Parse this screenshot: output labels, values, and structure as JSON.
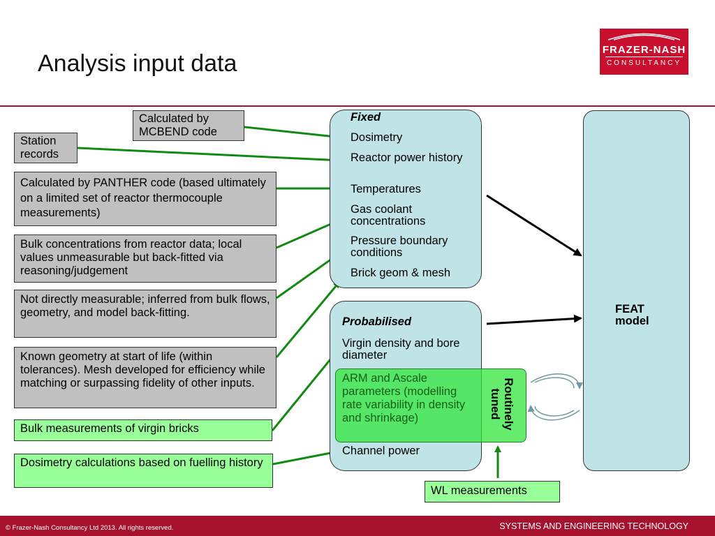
{
  "header": {
    "title": "Analysis input data"
  },
  "logo": {
    "line1": "FRAZER-NASH",
    "line2": "CONSULTANCY"
  },
  "sources": {
    "mcbend": "Calculated by MCBEND code",
    "station": "Station records",
    "panther": "Calculated by PANTHER code (based ultimately on a limited set of reactor thermocouple measurements)",
    "bulk_conc": "Bulk concentrations from reactor data; local values unmeasurable but back-fitted via reasoning/judgement",
    "not_measurable": "Not directly measurable; inferred from bulk flows, geometry, and model back-fitting.",
    "geometry": "Known geometry at start of life (within tolerances).  Mesh developed for efficiency while matching or surpassing fidelity of other inputs.",
    "virgin_bricks": "Bulk measurements of virgin bricks",
    "dosimetry_calc": "Dosimetry calculations based on fuelling history",
    "wl": "WL measurements"
  },
  "fixed": {
    "heading": "Fixed",
    "items": [
      "Dosimetry",
      "Reactor power history",
      "Temperatures",
      "Gas coolant concentrations",
      "Pressure boundary conditions",
      "Brick geom & mesh"
    ]
  },
  "probabilised": {
    "heading": "Probabilised",
    "items": [
      "Virgin density and bore diameter",
      "ARM and Ascale parameters (modelling rate variability in density and shrinkage)",
      "Channel power"
    ],
    "tuned_label": "Routinely tuned"
  },
  "feat": {
    "label": "FEAT model"
  },
  "footer": {
    "copyright": "© Frazer-Nash Consultancy Ltd 2013.  All rights reserved.",
    "tagline": "SYSTEMS AND ENGINEERING TECHNOLOGY"
  },
  "colors": {
    "brand_red": "#c8102e",
    "grey_box": "#c0c0c0",
    "green_box": "#99ff99",
    "cyan_box": "#bfe3e6",
    "arrow_green": "#128a12"
  }
}
